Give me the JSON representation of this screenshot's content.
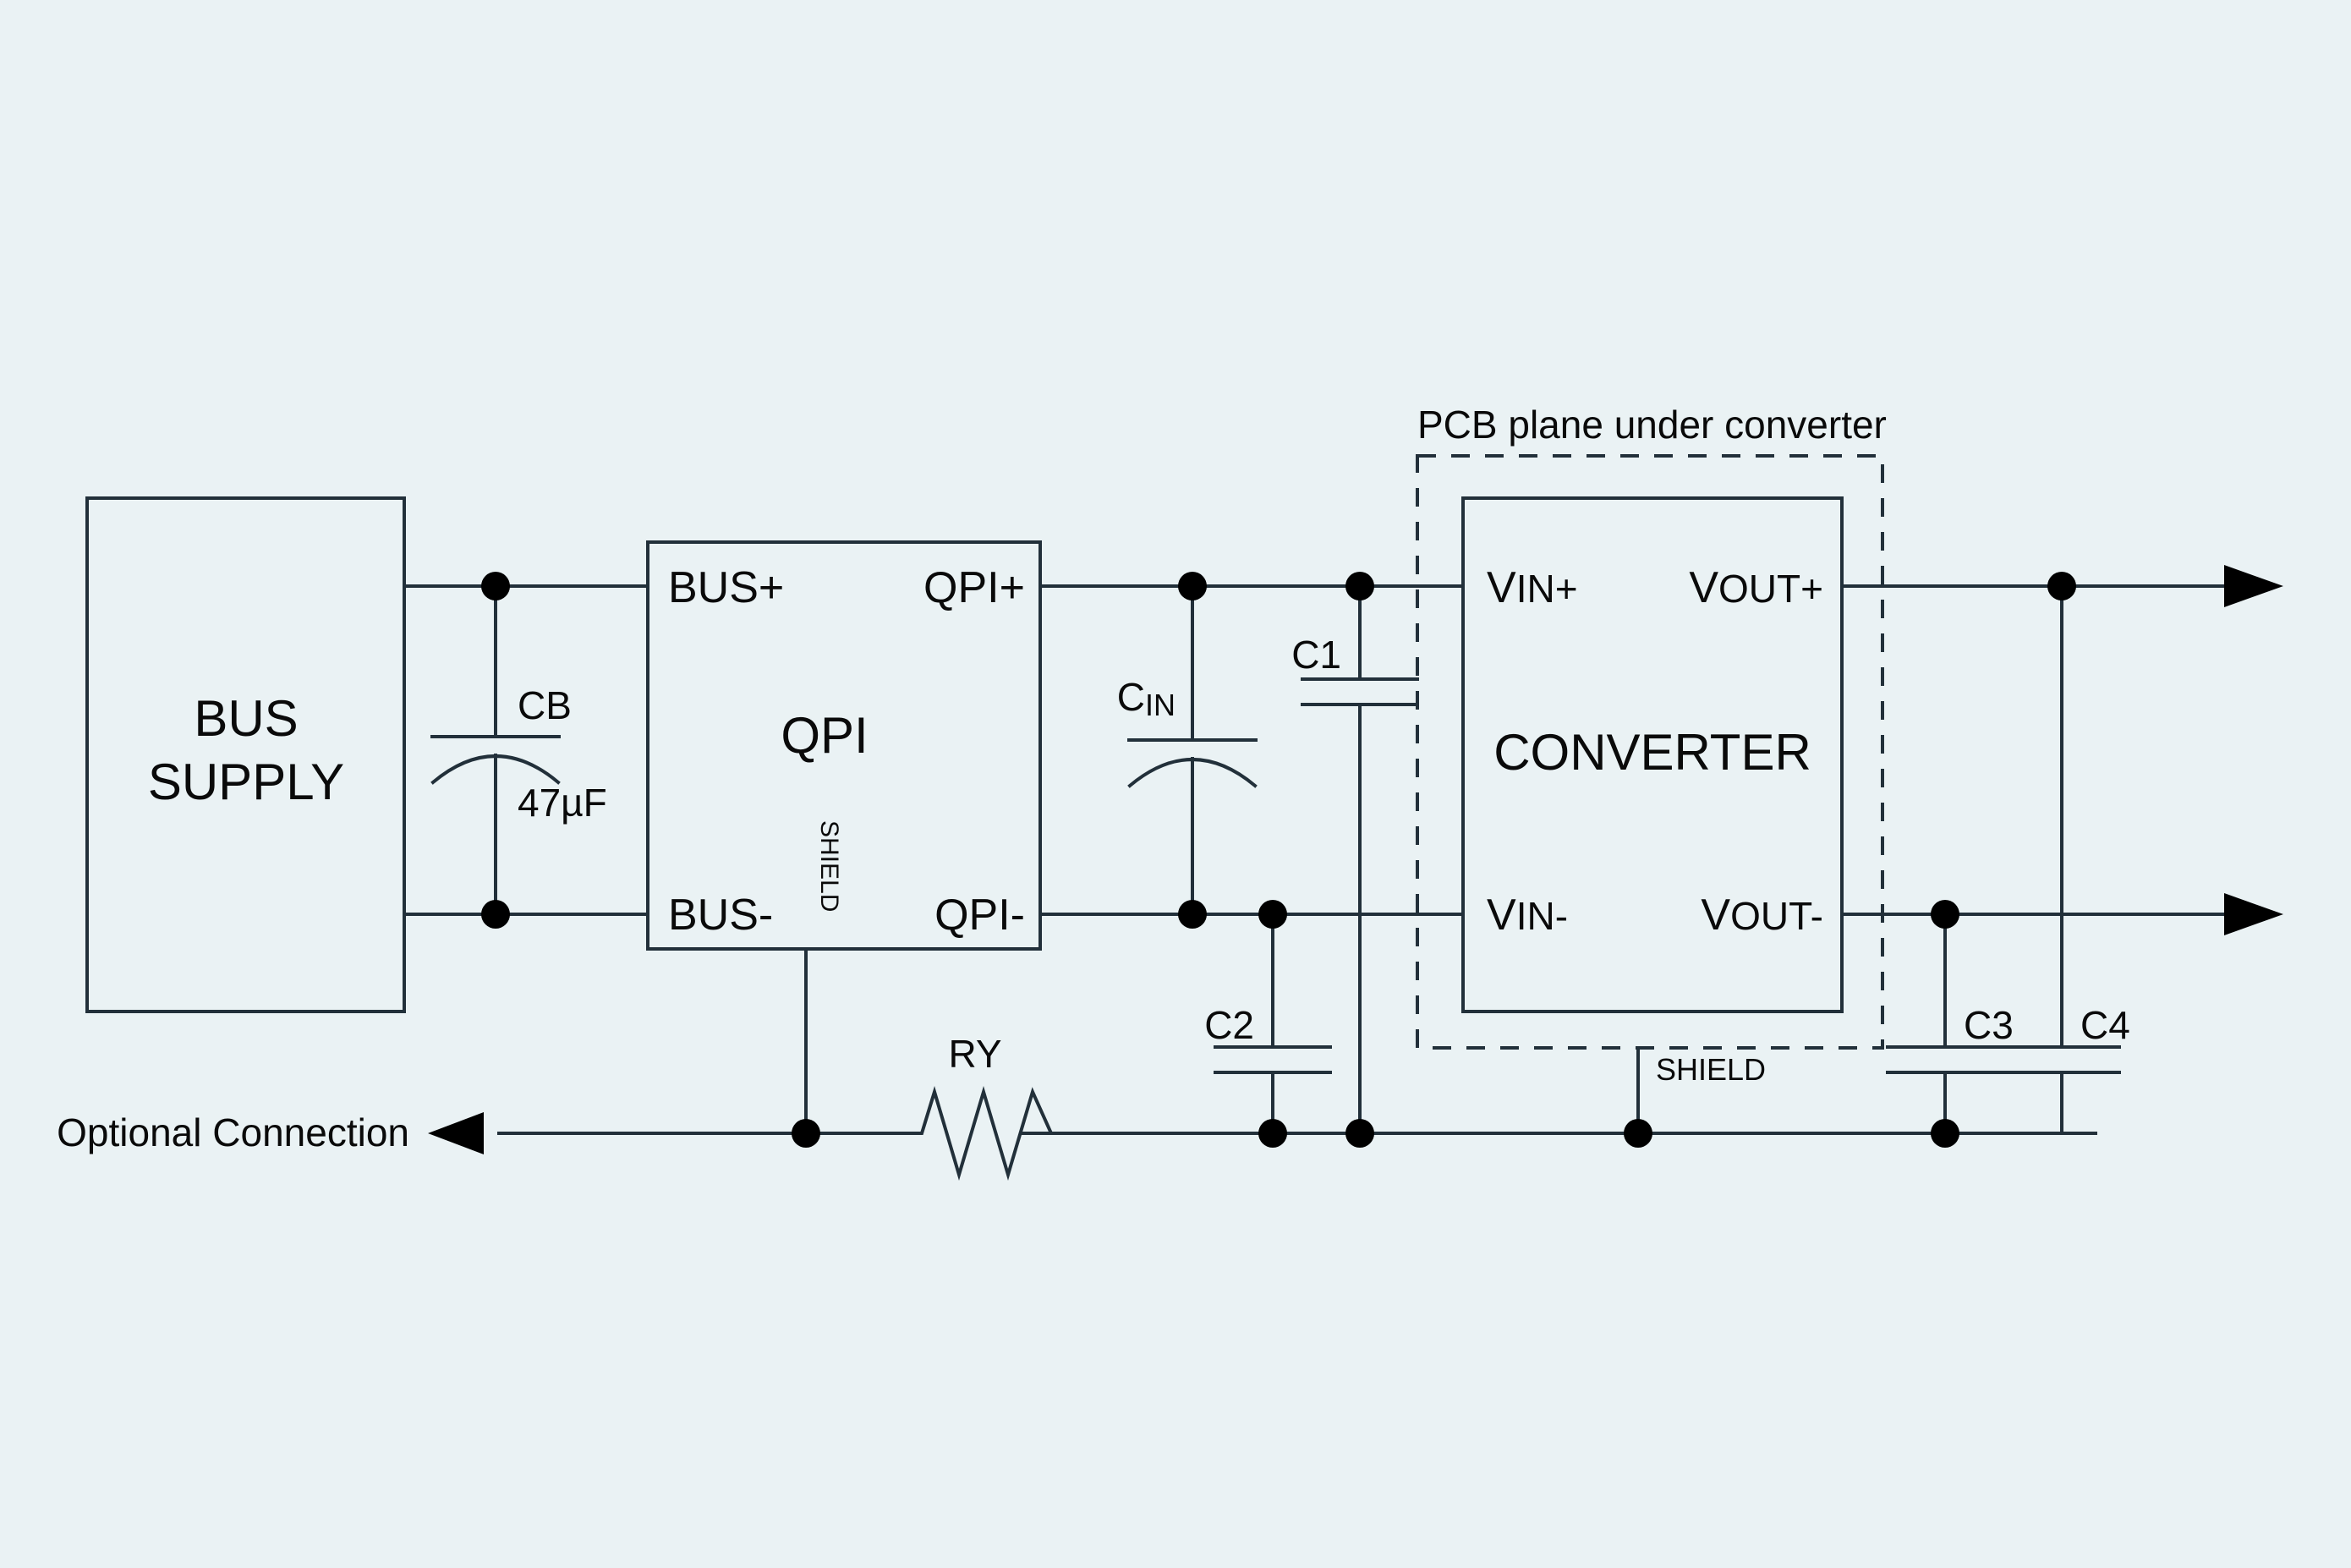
{
  "diagram": {
    "title_note": "PCB plane under converter",
    "background_color": "#eaf2f4",
    "line_color": "#22303a"
  },
  "blocks": {
    "bus_supply": {
      "line1": "BUS",
      "line2": "SUPPLY"
    },
    "qpi": {
      "name": "QPI",
      "pin_bus_plus": "BUS+",
      "pin_bus_minus": "BUS-",
      "pin_qpi_plus": "QPI+",
      "pin_qpi_minus": "QPI-",
      "pin_shield": "SHIELD"
    },
    "converter": {
      "name": "CONVERTER",
      "pin_vin_plus_v": "V",
      "pin_vin_plus_sub": "IN+",
      "pin_vin_minus_v": "V",
      "pin_vin_minus_sub": "IN-",
      "pin_vout_plus_v": "V",
      "pin_vout_plus_sub": "OUT+",
      "pin_vout_minus_v": "V",
      "pin_vout_minus_sub": "OUT-",
      "shield_label": "SHIELD",
      "plane_label": "PCB plane under converter"
    }
  },
  "components": {
    "cb": {
      "ref": "CB",
      "value": "47µF",
      "type": "polarized-capacitor"
    },
    "cin": {
      "ref_main": "C",
      "ref_sub": "IN",
      "type": "polarized-capacitor"
    },
    "c1": {
      "ref": "C1",
      "type": "capacitor"
    },
    "c2": {
      "ref": "C2",
      "type": "capacitor"
    },
    "c3": {
      "ref": "C3",
      "type": "capacitor"
    },
    "c4": {
      "ref": "C4",
      "type": "capacitor"
    },
    "ry": {
      "ref": "RY",
      "type": "resistor"
    }
  },
  "annotations": {
    "optional_connection": "Optional Connection"
  }
}
